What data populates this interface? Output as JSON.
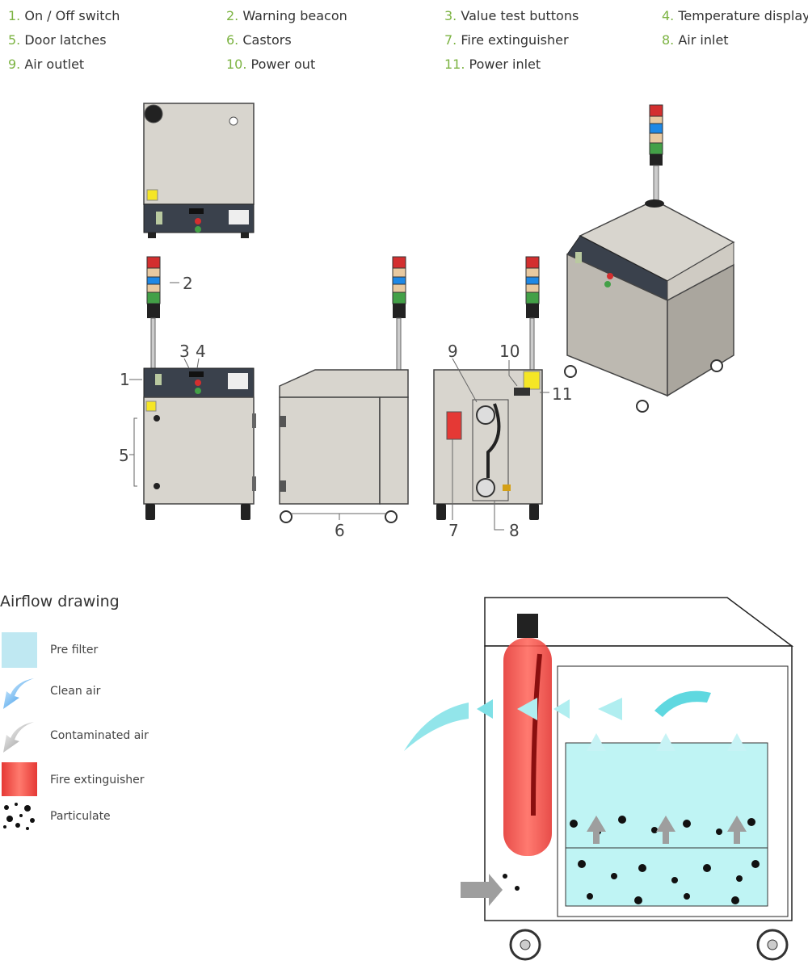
{
  "components": [
    {
      "num": "1.",
      "label": "On / Off switch"
    },
    {
      "num": "2.",
      "label": "Warning beacon"
    },
    {
      "num": "3.",
      "label": "Value test buttons"
    },
    {
      "num": "4.",
      "label": "Temperature display"
    },
    {
      "num": "5.",
      "label": "Door latches"
    },
    {
      "num": "6.",
      "label": "Castors"
    },
    {
      "num": "7.",
      "label": "Fire extinguisher"
    },
    {
      "num": "8.",
      "label": "Air inlet"
    },
    {
      "num": "9.",
      "label": "Air outlet"
    },
    {
      "num": "10.",
      "label": "Power out"
    },
    {
      "num": "11.",
      "label": "Power inlet"
    }
  ],
  "callouts": [
    "1",
    "2",
    "3",
    "4",
    "5",
    "6",
    "7",
    "8",
    "9",
    "10",
    "11"
  ],
  "airflow": {
    "title": "Airflow drawing",
    "key": [
      {
        "label": "Pre filter",
        "icon": "pre-filter-swatch"
      },
      {
        "label": "Clean air",
        "icon": "clean-air-arrow-icon"
      },
      {
        "label": "Contaminated air",
        "icon": "contaminated-air-arrow-icon"
      },
      {
        "label": "Fire extinguisher",
        "icon": "fire-extinguisher-swatch"
      },
      {
        "label": "Particulate",
        "icon": "particulate-icon"
      }
    ]
  },
  "colors": {
    "accent_number": "#7cb342",
    "cabinet": "#d8d5ce",
    "control_panel": "#3a414c",
    "beacon_red": "#d32f2f",
    "beacon_blue": "#1e88e5",
    "beacon_amber": "#e8c9a0",
    "beacon_green": "#43a047",
    "clean_air": "#7fe0e6",
    "pre_filter": "#bfe8f2",
    "fire_extinguisher": "#e53935",
    "contaminated_air": "#9e9e9e"
  }
}
